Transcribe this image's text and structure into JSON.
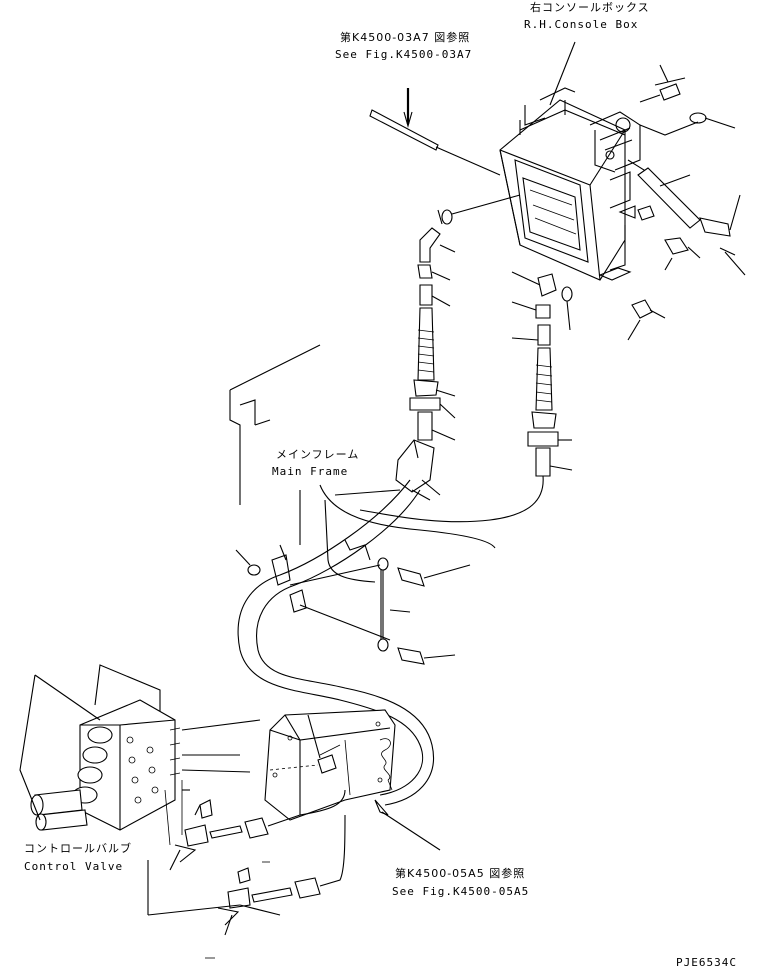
{
  "labels": {
    "console_box_jp": "右コンソールボックス",
    "console_box_en": "R.H.Console Box",
    "ref_top_jp": "第K4500-03A7 図参照",
    "ref_top_en": "See Fig.K4500-03A7",
    "main_frame_jp": "メインフレーム",
    "main_frame_en": "Main Frame",
    "control_valve_jp": "コントロールバルブ",
    "control_valve_en": "Control Valve",
    "ref_bottom_jp": "第K4500-05A5 図参照",
    "ref_bottom_en": "See Fig.K4500-05A5",
    "drawing_code": "PJE6534C"
  }
}
